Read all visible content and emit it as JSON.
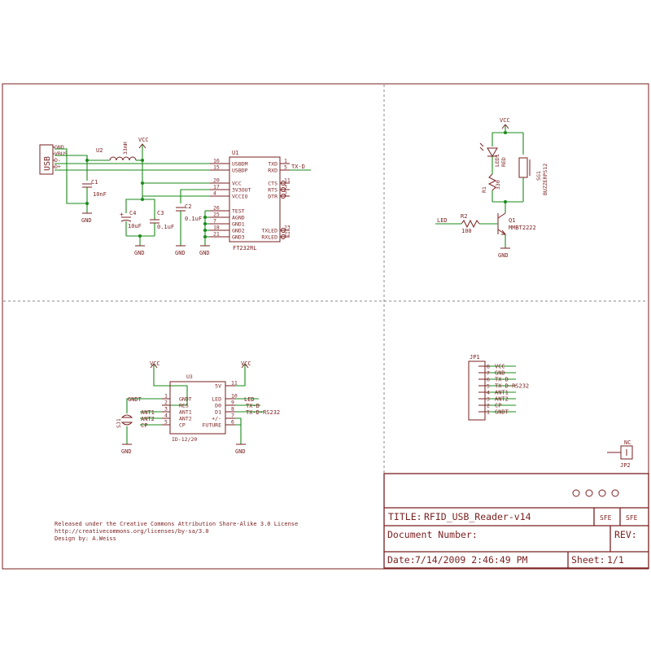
{
  "sheet": {
    "title_block": {
      "title_label": "TITLE:",
      "title": "RFID_USB_Reader-v14",
      "document_number_label": "Document Number:",
      "rev_label": "REV:",
      "date_label": "Date:",
      "date": "7/14/2009 2:46:49 PM",
      "sheet_label": "Sheet:",
      "sheet": "1/1",
      "logo_left": "SFE",
      "logo_right": "SFE"
    },
    "license": [
      "Released under the Creative Commons Attribution Share-Alike 3.0 License",
      "http://creativecommons.org/licenses/by-sa/3.0",
      "Design by: A.Weiss"
    ],
    "usb_section": {
      "connector": {
        "name": "USB",
        "pins": [
          "GND",
          "VBUS",
          "D-",
          "D+"
        ]
      },
      "inductor": {
        "ref": "U2",
        "value": "33mH"
      },
      "vcc_label": "VCC",
      "gnd_label": "GND",
      "c1": {
        "ref": "C1",
        "value": "10nF"
      },
      "c2": {
        "ref": "C2",
        "value": "0.1uF"
      },
      "c3": {
        "ref": "C3",
        "value": "0.1uF"
      },
      "c4": {
        "ref": "C4",
        "value": "10uF"
      },
      "ft232": {
        "ref": "U1",
        "part": "FT232RL",
        "left_pins": [
          {
            "num": "16",
            "name": "USBDM"
          },
          {
            "num": "15",
            "name": "USBDP"
          },
          {
            "num": "20",
            "name": "VCC"
          },
          {
            "num": "17",
            "name": "3V3OUT"
          },
          {
            "num": "4",
            "name": "VCCIO"
          },
          {
            "num": "26",
            "name": "TEST"
          },
          {
            "num": "25",
            "name": "AGND"
          },
          {
            "num": "7",
            "name": "GND1"
          },
          {
            "num": "18",
            "name": "GND2"
          },
          {
            "num": "21",
            "name": "GND3"
          }
        ],
        "right_pins": [
          {
            "num": "1",
            "name": "TXD"
          },
          {
            "num": "5",
            "name": "RXD"
          },
          {
            "num": "11",
            "name": "CTS"
          },
          {
            "num": "3",
            "name": "RTS"
          },
          {
            "num": "2",
            "name": "DTR"
          },
          {
            "num": "23",
            "name": "TXLED"
          },
          {
            "num": "22",
            "name": "RXLED"
          }
        ],
        "rxd_net": "TX-D"
      }
    },
    "buzzer_section": {
      "vcc_label": "VCC",
      "gnd_label": "GND",
      "led": {
        "ref": "LED1",
        "value": "RED"
      },
      "r1": {
        "ref": "R1",
        "value": "330"
      },
      "buzzer": {
        "ref": "SG1",
        "value": "BUZZERPS12"
      },
      "r2": {
        "ref": "R2",
        "value": "100"
      },
      "q1": {
        "ref": "Q1",
        "value": "MMBT2222"
      },
      "led_net": "LED"
    },
    "reader_section": {
      "vcc_left": "VCC",
      "vcc_right": "VCC",
      "gnd_left": "GND",
      "gnd_right": "GND",
      "jumper": {
        "ref": "SJ1",
        "net": "GNDT"
      },
      "ic": {
        "ref": "U3",
        "part": "ID-12/20",
        "left_pins": [
          {
            "num": "1",
            "name": "GNDT"
          },
          {
            "num": "2",
            "name": "RES"
          },
          {
            "num": "3",
            "name": "ANT1"
          },
          {
            "num": "4",
            "name": "ANT2"
          },
          {
            "num": "5",
            "name": "CP"
          }
        ],
        "right_pins": [
          {
            "num": "11",
            "name": "5V"
          },
          {
            "num": "10",
            "name": "LED"
          },
          {
            "num": "9",
            "name": "D0"
          },
          {
            "num": "8",
            "name": "D1"
          },
          {
            "num": "7",
            "name": "+/-"
          },
          {
            "num": "6",
            "name": "FUTURE"
          }
        ],
        "left_nets": [
          "ANT1",
          "ANT2",
          "CP"
        ],
        "right_nets": [
          "LED",
          "TX-D",
          "TX-D-RS232"
        ]
      }
    },
    "header_section": {
      "jp1": {
        "ref": "JP1",
        "pins": [
          {
            "num": "8",
            "net": "VCC"
          },
          {
            "num": "7",
            "net": "GND"
          },
          {
            "num": "6",
            "net": "TX-D"
          },
          {
            "num": "5",
            "net": "TX-D-RS232"
          },
          {
            "num": "4",
            "net": "ANT1"
          },
          {
            "num": "3",
            "net": "ANT2"
          },
          {
            "num": "2",
            "net": "CP"
          },
          {
            "num": "1",
            "net": "GNDT"
          }
        ]
      },
      "jp2": {
        "ref": "JP2",
        "net": "NC"
      }
    }
  }
}
